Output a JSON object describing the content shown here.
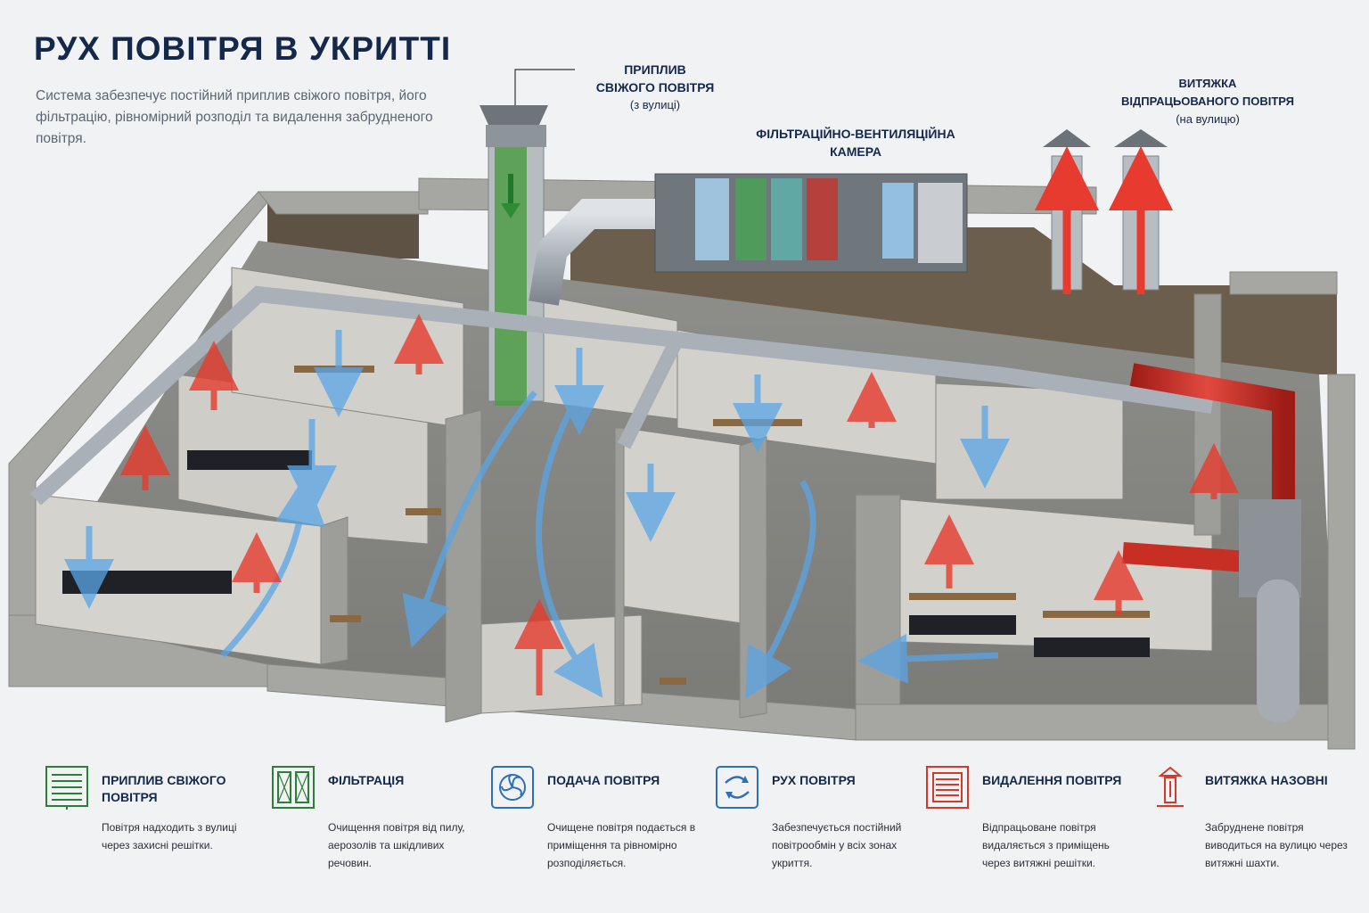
{
  "title": "РУХ ПОВІТРЯ В УКРИТТІ",
  "subtitle": "Система забезпечує постійний приплив свіжого повітря, його фільтрацію, рівномірний розподіл та видалення забрудненого повітря.",
  "callouts": {
    "intake": {
      "line1": "ПРИПЛИВ",
      "line2": "СВІЖОГО ПОВІТРЯ",
      "note": "(з вулиці)"
    },
    "filter": {
      "line1": "ФІЛЬТРАЦІЙНО-ВЕНТИЛЯЦІЙНА",
      "line2": "КАМЕРА"
    },
    "exhaust": {
      "line1": "ВИТЯЖКА",
      "line2": "ВІДПРАЦЬОВАНОГО ПОВІТРЯ",
      "note": "(на вулицю)"
    }
  },
  "legend": [
    {
      "title": "ПРИПЛИВ СВІЖОГО ПОВІТРЯ",
      "desc": "Повітря надходить з вулиці через захисні решітки.",
      "icon": "grille-icon",
      "color": "#2f7d3a"
    },
    {
      "title": "ФІЛЬТРАЦІЯ",
      "desc": "Очищення повітря від пилу, аерозолів та шкідливих речовин.",
      "icon": "filter-icon",
      "color": "#2f7d3a"
    },
    {
      "title": "ПОДАЧА ПОВІТРЯ",
      "desc": "Очищене повітря подається в приміщення та рівномірно розподіляється.",
      "icon": "fan-icon",
      "color": "#2d6fb8"
    },
    {
      "title": "РУХ ПОВІТРЯ",
      "desc": "Забезпечується постійний повітрообмін у всіх зонах укриття.",
      "icon": "airflow-icon",
      "color": "#2d6fb8"
    },
    {
      "title": "ВИДАЛЕННЯ ПОВІТРЯ",
      "desc": "Відпрацьоване повітря видаляється з приміщень через витяжні решітки.",
      "icon": "exhaust-grille-icon",
      "color": "#d23a2e"
    },
    {
      "title": "ВИТЯЖКА НАЗОВНІ",
      "desc": "Забруднене повітря виводиться на вулицю через витяжні шахти.",
      "icon": "chimney-icon",
      "color": "#d23a2e"
    }
  ],
  "colors": {
    "fresh": "#3aa048",
    "supply": "#4a9de0",
    "exhaust": "#e0352b",
    "concrete": "#a9a9a5",
    "duct": "#b9bec4"
  }
}
